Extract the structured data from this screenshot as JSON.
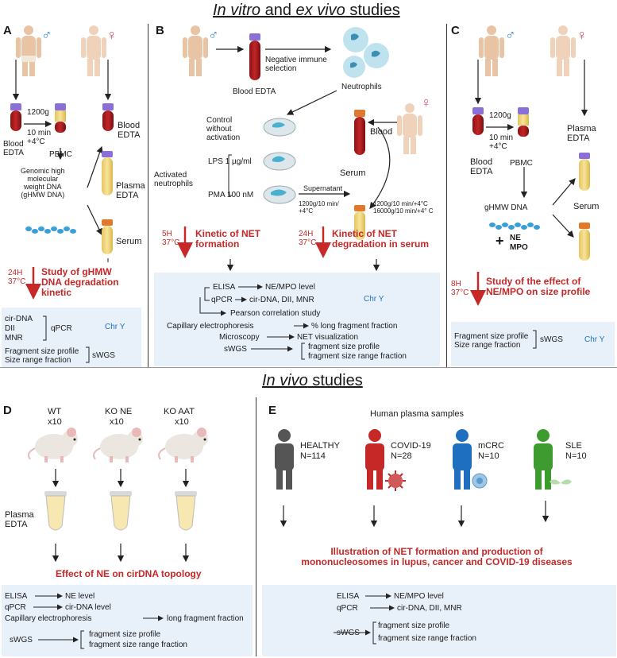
{
  "headings": {
    "top_part1": "In vitro",
    "top_part2": " and ",
    "top_part3": "ex vivo",
    "top_part4": " studies",
    "bottom_part1": "In vivo",
    "bottom_part2": " studies"
  },
  "panel_a": {
    "letter": "A",
    "centrifuge": "1200g",
    "centrifuge_time": "10 min",
    "centrifuge_temp": "+4°C",
    "blood_edta_left": "Blood\nEDTA",
    "blood_edta_right": "Blood\nEDTA",
    "pbmc": "PBMC",
    "gdna": "Genomic high\nmolecular\nweight DNA\n(gHMW DNA)",
    "plasma_edta": "Plasma\nEDTA",
    "serum": "Serum",
    "time_temp": "24H\n37°C",
    "study_title": "Study of gHMW\nDNA degradation\nkinetic",
    "box_items": "cir-DNA\nDII\nMNR",
    "box_qpcr": "qPCR",
    "box_chr": "Chr Y",
    "box_fragment": "Fragment size profile\nSize range fraction",
    "box_swgs": "sWGS"
  },
  "panel_b": {
    "letter": "B",
    "blood_edta": "Blood EDTA",
    "negative_selection": "Negative immune\nselection",
    "neutrophils": "Neutrophils",
    "control": "Control\nwithout\nactivation",
    "activated": "Activated\nneutrophils",
    "lps": "LPS 1 µg/ml",
    "pma": "PMA 100 nM",
    "supernatant": "Supernatant",
    "supernatant_cond": "1200g/10 min/\n+4°C",
    "blood": "Blood",
    "serum": "Serum",
    "serum_cond": "1200g/10 min/+4°C\n16000g/10 min/+4° C",
    "time_left": "5H\n37°C",
    "title_left": "Kinetic of NET\nformation",
    "time_right": "24H\n37°C",
    "title_right": "Kinetic of NET\ndegradation in serum",
    "elisa": "ELISA",
    "elisa_result": "NE/MPO level",
    "qpcr": "qPCR",
    "qpcr_result": "cir-DNA, DII, MNR",
    "pearson": "Pearson correlation study",
    "chr": "Chr Y",
    "cap_ep": "Capillary electrophoresis",
    "cap_result": "% long fragment fraction",
    "microscopy": "Microscopy",
    "micro_result": "NET visualization",
    "swgs": "sWGS",
    "swgs_result1": "fragment size profile",
    "swgs_result2": "fragment size range fraction"
  },
  "panel_c": {
    "letter": "C",
    "centrifuge": "1200g",
    "centrifuge_time": "10 min",
    "centrifuge_temp": "+4°C",
    "blood_edta": "Blood\nEDTA",
    "pbmc": "PBMC",
    "plasma_edta": "Plasma\nEDTA",
    "serum": "Serum",
    "ghmw": "gHMW DNA",
    "plus": "+",
    "ne": "NE",
    "mpo": "MPO",
    "time_temp": "8H\n37°C",
    "study_title": "Study of the effect of\nNE/MPO on size profile",
    "box_fragment": "Fragment size profile\nSize range fraction",
    "box_swgs": "sWGS",
    "box_chr": "Chr Y"
  },
  "panel_d": {
    "letter": "D",
    "groups": [
      {
        "name": "WT",
        "n": "x10"
      },
      {
        "name": "KO NE",
        "n": "x10"
      },
      {
        "name": "KO AAT",
        "n": "x10"
      }
    ],
    "plasma_edta": "Plasma\nEDTA",
    "title": "Effect of NE on cirDNA topology",
    "elisa": "ELISA",
    "elisa_result": "NE level",
    "qpcr": "qPCR",
    "qpcr_result": "cir-DNA level",
    "cap_ep": "Capillary electrophoresis",
    "cap_result": "long fragment fraction",
    "swgs": "sWGS",
    "swgs_result1": "fragment size profile",
    "swgs_result2": "fragment size range fraction"
  },
  "panel_e": {
    "letter": "E",
    "subtitle": "Human plasma samples",
    "groups": [
      {
        "name": "HEALTHY",
        "n": "N=114",
        "color": "#555555"
      },
      {
        "name": "COVID-19",
        "n": "N=28",
        "color": "#c62828"
      },
      {
        "name": "mCRC",
        "n": "N=10",
        "color": "#1e6fc0"
      },
      {
        "name": "SLE",
        "n": "N=10",
        "color": "#3e9b2f"
      }
    ],
    "title": "Illustration of NET formation and production of\nmononucleosomes in lupus, cancer and COVID-19 diseases",
    "elisa": "ELISA",
    "elisa_result": "NE/MPO level",
    "qpcr": "qPCR",
    "qpcr_result": "cir-DNA, DII, MNR",
    "swgs": "sWGS",
    "swgs_result1": "fragment size profile",
    "swgs_result2": "fragment size range fraction"
  },
  "colors": {
    "accent_red": "#c62828",
    "box_blue": "#e8f0fa",
    "chr_blue": "#1e73be",
    "male_symbol": "#3b8fd6",
    "female_symbol": "#d94f6a"
  },
  "icons": [
    "male-symbol-icon",
    "female-symbol-icon",
    "person-icon",
    "blood-tube-icon",
    "neutrophil-icon",
    "petri-dish-icon",
    "mouse-icon",
    "plasma-tube-icon",
    "dna-icon",
    "virus-icon"
  ]
}
